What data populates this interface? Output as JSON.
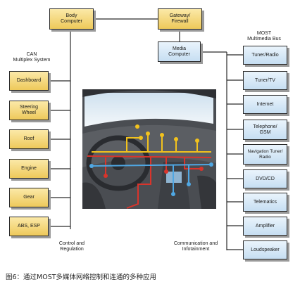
{
  "top": {
    "body_computer": "Body\nComputer",
    "gateway": "Gateway/\nFirewall",
    "media_computer": "Media\nComputer"
  },
  "can": {
    "title": "CAN\nMultiplex System",
    "items": [
      "Dashboard",
      "Steering\nWheel",
      "Roof",
      "Engine",
      "Gear",
      "ABS, ESP"
    ],
    "footer": "Control and\nRegulation"
  },
  "most": {
    "title": "MOST\nMultimedia Bus",
    "items": [
      "Tuner/Radio",
      "Tuner/TV",
      "Internet",
      "Telephone/\nGSM",
      "Navigation Tuner/\nRadio",
      "DVD/CD",
      "Telematics",
      "Amplifier",
      "Loudspeaker"
    ],
    "footer": "Communication and\nInfotainment"
  },
  "caption": "图6：通过MOST多媒体网络控制和连通的多种应用",
  "colors": {
    "can_box": "#eec95a",
    "most_box": "#c6def2",
    "line": "#2b2b2b"
  }
}
